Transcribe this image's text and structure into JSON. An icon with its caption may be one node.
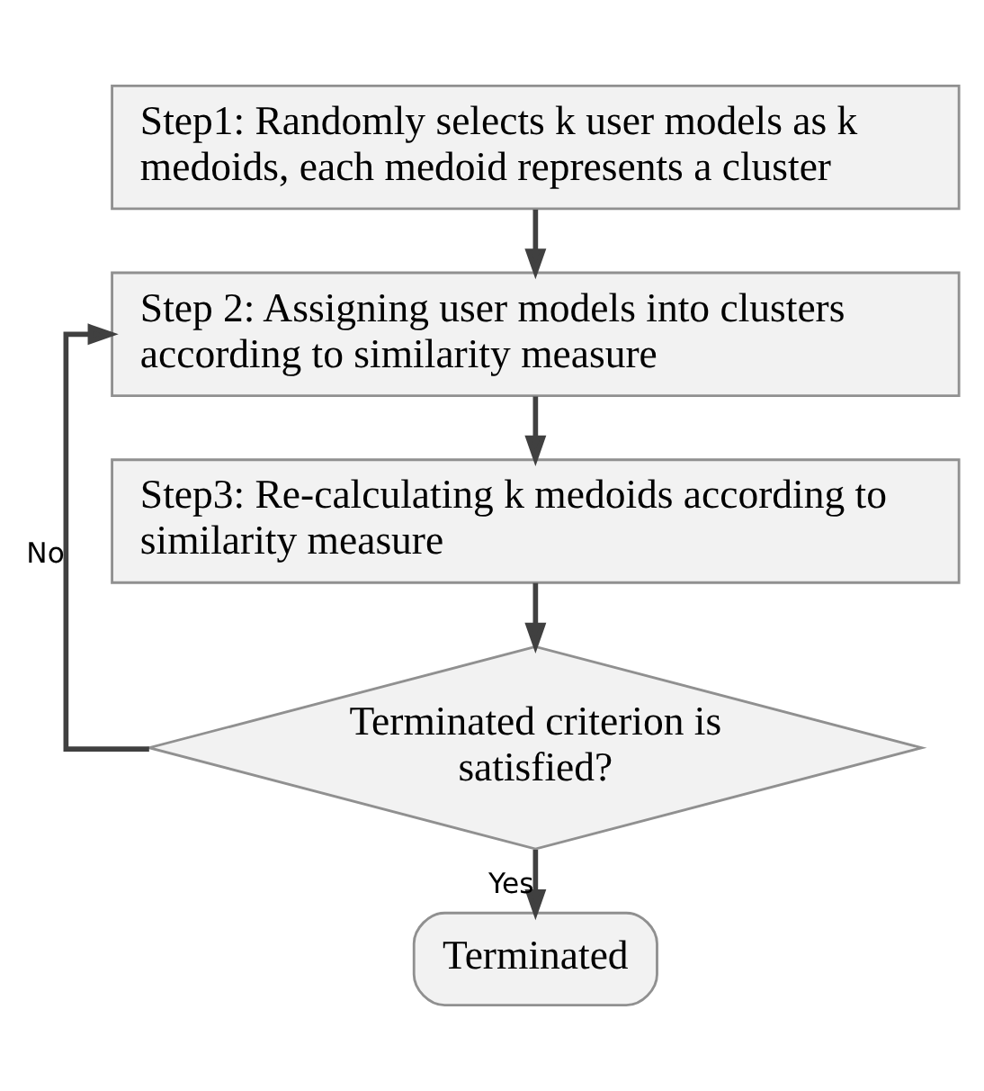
{
  "diagram": {
    "nodes": [
      {
        "text": [
          "Step1: Randomly selects k user models as k medoids, each medoid represents a cluster"
        ]
      },
      {
        "text": [
          "Step 2: Assigning user models into clusters according to similarity measure"
        ]
      },
      {
        "text": [
          "Step3: Re-calculating k medoids according to similarity measure"
        ]
      },
      {
        "text": [
          "Terminated criterion is satisfied?"
        ]
      },
      {
        "text": [
          "Terminated"
        ]
      }
    ],
    "edges": [
      {
        "from": 0,
        "to": 1,
        "arrow": "to"
      },
      {
        "from": 1,
        "to": 2,
        "arrow": "to"
      },
      {
        "from": 2,
        "to": 3,
        "arrow": "to"
      },
      {
        "from": 3,
        "to": 1,
        "arrow": "to",
        "label": "No"
      },
      {
        "from": 3,
        "to": 4,
        "arrow": "to",
        "label": "Yes"
      }
    ]
  }
}
